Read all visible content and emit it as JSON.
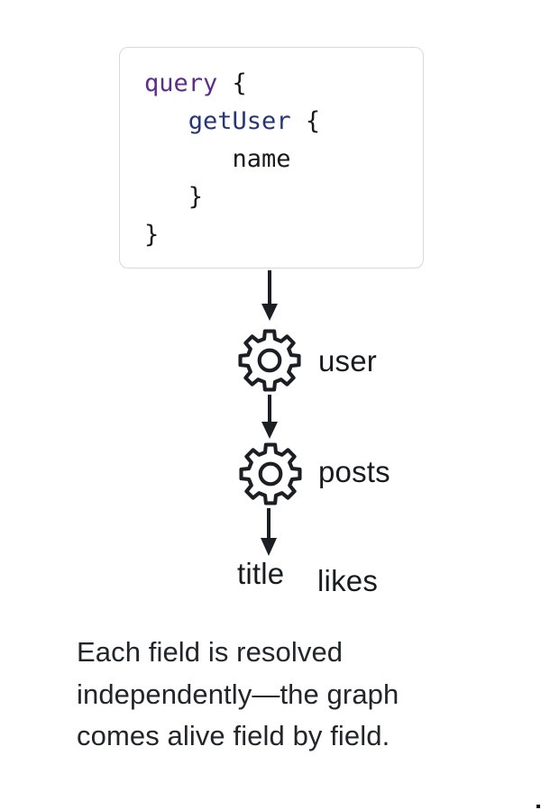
{
  "code_box": {
    "l1_keyword": "query",
    "l1_rest": " {",
    "l2_indent": "   ",
    "l2_field": "getUser",
    "l2_rest": " {",
    "l3": "      name",
    "l4": "   }",
    "l5": "}"
  },
  "diagram": {
    "resolver1_label": "user",
    "resolver2_label": "posts",
    "leaf1_label": "title",
    "leaf2_label": "likes"
  },
  "caption": {
    "line1": "Each field is resolved",
    "line2": "independently—the graph",
    "line3": "comes alive field by field."
  },
  "colors": {
    "keyword_purple": "#5c2d91",
    "field_blue": "#26357f",
    "code_text": "#16181d",
    "box_border": "#d8d8df",
    "ink": "#1b1e23",
    "caption_text": "#22262b",
    "background": "#ffffff"
  }
}
